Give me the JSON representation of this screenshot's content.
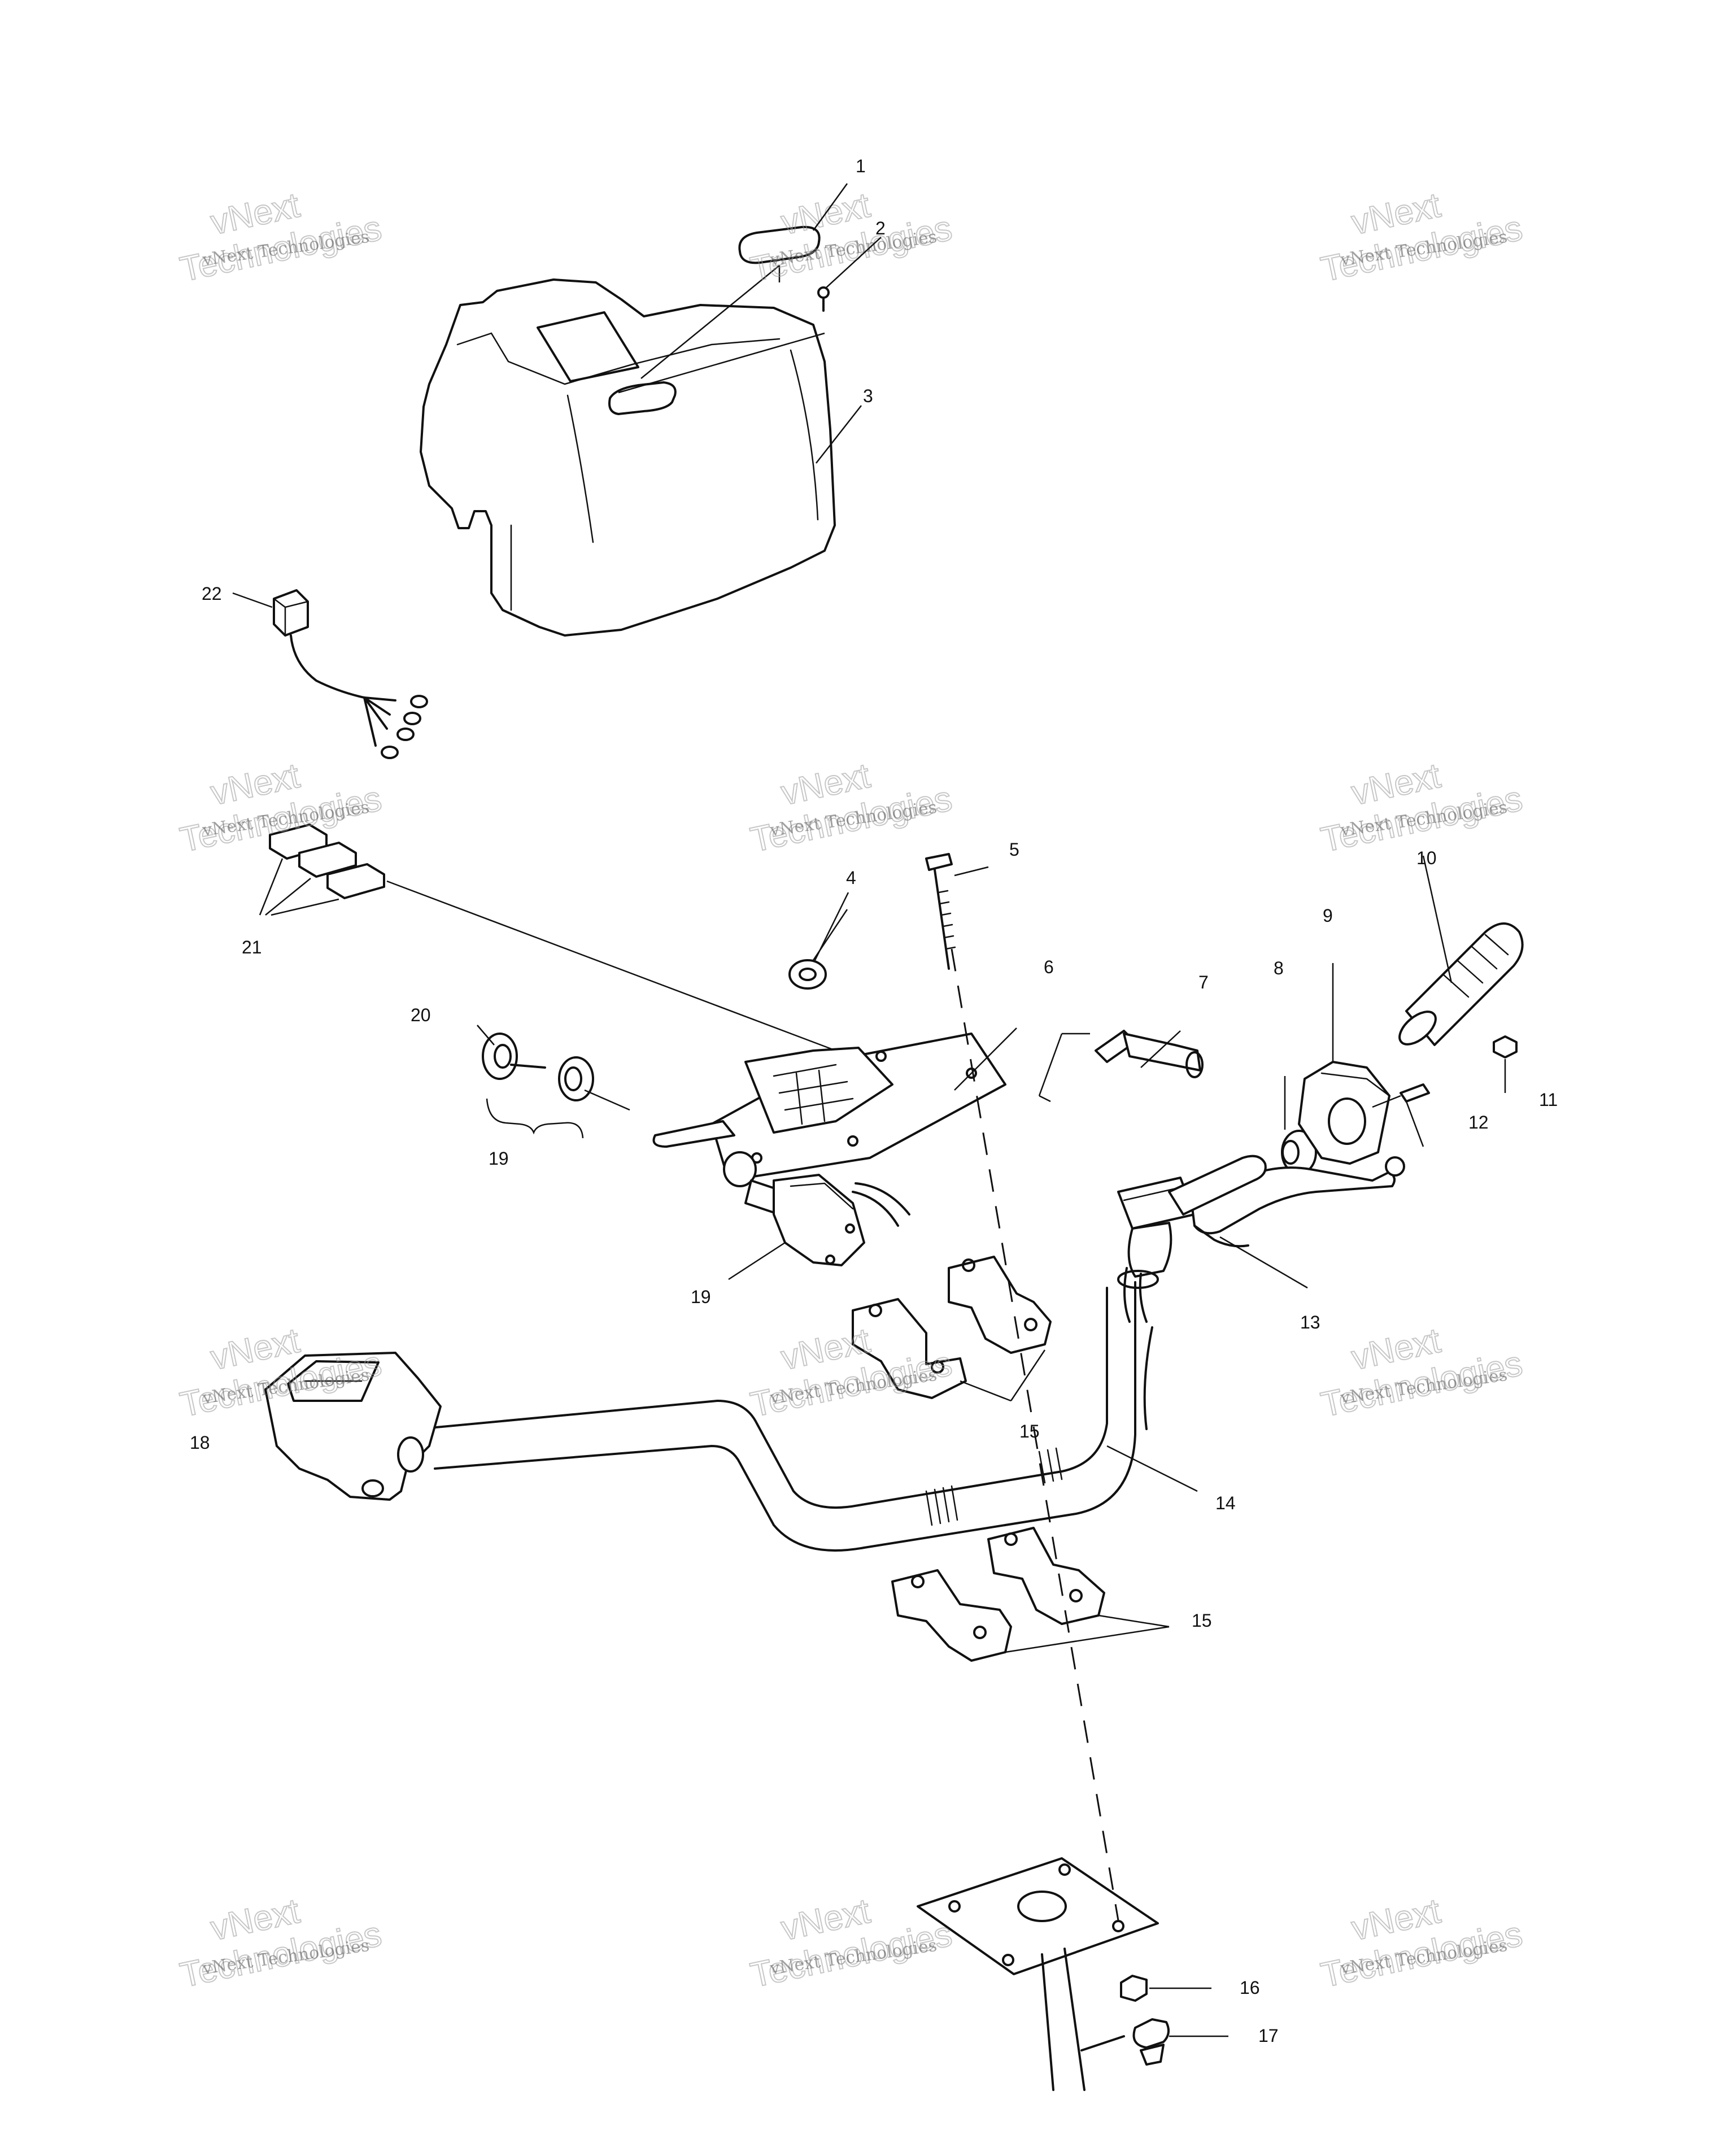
{
  "callouts": [
    "1",
    "2",
    "3",
    "4",
    "5",
    "6",
    "7",
    "8",
    "9",
    "10",
    "11",
    "12",
    "13",
    "14",
    "15",
    "15",
    "16",
    "17",
    "18",
    "19",
    "19",
    "20",
    "21",
    "22"
  ],
  "watermark": {
    "company": "vNext Technologies",
    "line1": "vNext",
    "line2": "Technologies"
  }
}
